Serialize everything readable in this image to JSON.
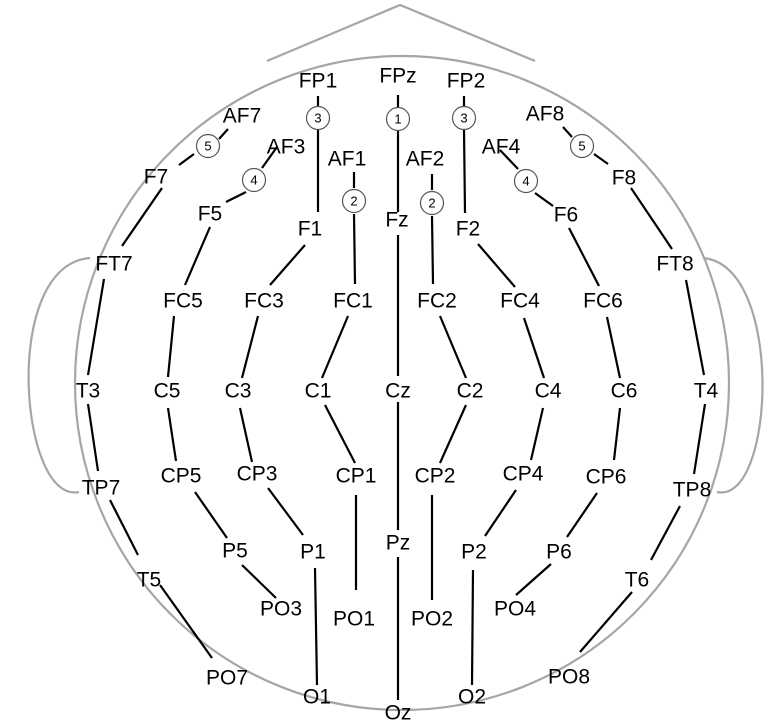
{
  "electrodes": {
    "FP1": "FP1",
    "FPz": "FPz",
    "FP2": "FP2",
    "AF7": "AF7",
    "AF3": "AF3",
    "AF1": "AF1",
    "AF2": "AF2",
    "AF4": "AF4",
    "AF8": "AF8",
    "F7": "F7",
    "F5": "F5",
    "F1": "F1",
    "Fz": "Fz",
    "F2": "F2",
    "F6": "F6",
    "F8": "F8",
    "FT7": "FT7",
    "FC5": "FC5",
    "FC3": "FC3",
    "FC1": "FC1",
    "FC2": "FC2",
    "FC4": "FC4",
    "FC6": "FC6",
    "FT8": "FT8",
    "T3": "T3",
    "C5": "C5",
    "C3": "C3",
    "C1": "C1",
    "Cz": "Cz",
    "C2": "C2",
    "C4": "C4",
    "C6": "C6",
    "T4": "T4",
    "TP7": "TP7",
    "CP5": "CP5",
    "CP3": "CP3",
    "CP1": "CP1",
    "CP2": "CP2",
    "CP4": "CP4",
    "CP6": "CP6",
    "TP8": "TP8",
    "P5": "P5",
    "P1": "P1",
    "Pz": "Pz",
    "P2": "P2",
    "P6": "P6",
    "T5": "T5",
    "T6": "T6",
    "PO3": "PO3",
    "PO1": "PO1",
    "PO2": "PO2",
    "PO4": "PO4",
    "PO7": "PO7",
    "PO8": "PO8",
    "O1": "O1",
    "Oz": "Oz",
    "O2": "O2"
  },
  "chain_badges": {
    "b1": "1",
    "b2_left": "2",
    "b2_right": "2",
    "b3_left": "3",
    "b3_right": "3",
    "b4_left": "4",
    "b4_right": "4",
    "b5_left": "5",
    "b5_right": "5"
  }
}
